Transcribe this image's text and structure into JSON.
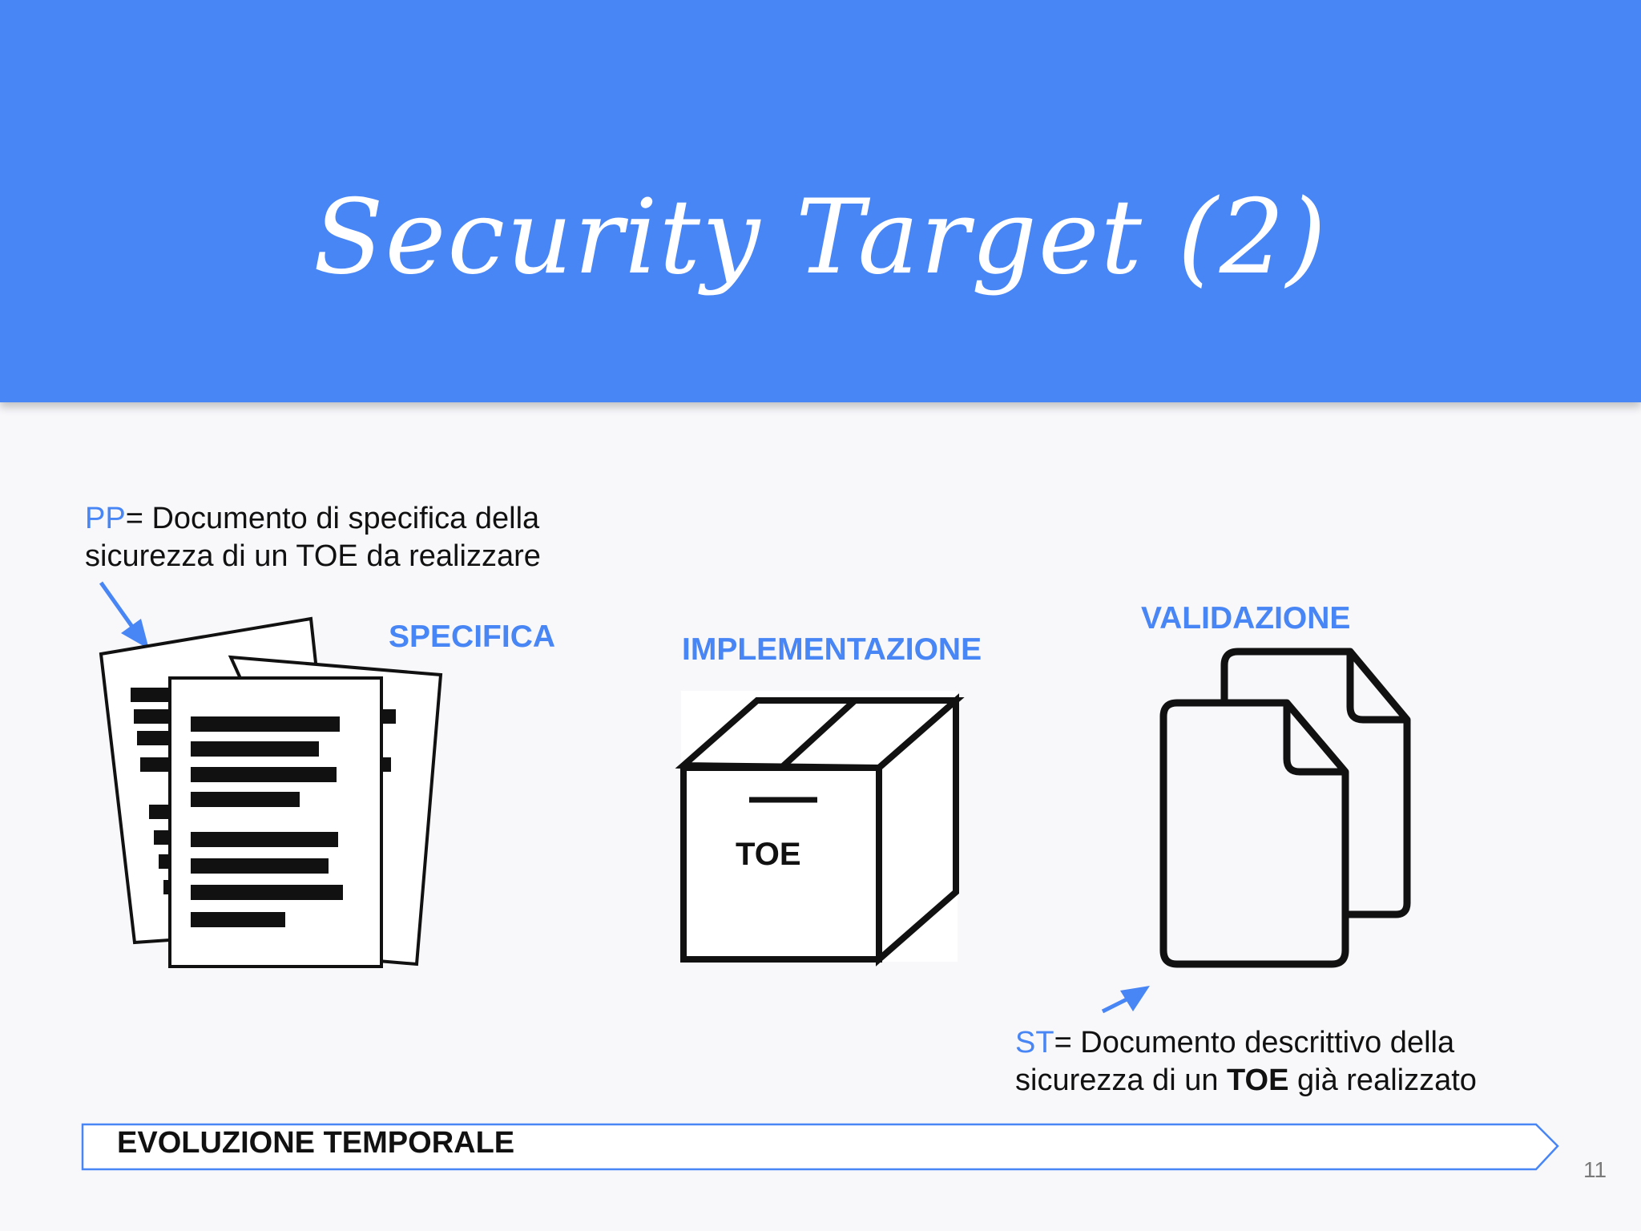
{
  "slide": {
    "title": "Security Target (2)",
    "page_number": "11"
  },
  "pp_note": {
    "abbr": "PP",
    "line1_rest": "= Documento di specifica della",
    "line2": "sicurezza di un TOE da realizzare"
  },
  "stages": {
    "specifica": "SPECIFICA",
    "implementazione": "IMPLEMENTAZIONE",
    "validazione": "VALIDAZIONE"
  },
  "box_label": "TOE",
  "st_note": {
    "abbr": "ST",
    "line1_rest": "= Documento descrittivo della",
    "line2_pre": "sicurezza di un ",
    "line2_bold": "TOE",
    "line2_post": " già realizzato"
  },
  "timeline": {
    "label": "EVOLUZIONE TEMPORALE"
  },
  "icons": [
    "stacked-documents-icon",
    "box-icon",
    "two-files-icon",
    "arrow-icon"
  ],
  "colors": {
    "accent": "#4885f5",
    "header_bg": "#4885f5",
    "text": "#111111",
    "background": "#f8f8fb"
  }
}
